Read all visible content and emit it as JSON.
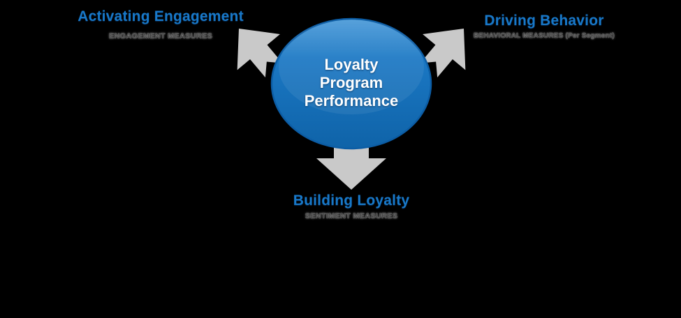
{
  "diagram": {
    "center": {
      "lines": {
        "0": "Loyalty",
        "1": "Program",
        "2": "Performance"
      }
    },
    "nodes": {
      "activating_engagement": {
        "title": "Activating Engagement",
        "subtitle": "ENGAGEMENT MEASURES"
      },
      "driving_behavior": {
        "title": "Driving Behavior",
        "subtitle": "BEHAVIORAL MEASURES (Per Segment)"
      },
      "building_loyalty": {
        "title": "Building Loyalty",
        "subtitle": "SENTIMENT MEASURES"
      }
    },
    "colors": {
      "background": "#000000",
      "title_blue": "#1878c8",
      "measure_gray": "#454545",
      "arrow_gray": "#c9c9c9",
      "ellipse_blue": "#1b78c4",
      "ellipse_blue_light": "#4c9bd9",
      "ellipse_blue_dark": "#0f63a8",
      "ellipse_stroke": "#0c5da5",
      "center_text": "#ffffff"
    }
  }
}
